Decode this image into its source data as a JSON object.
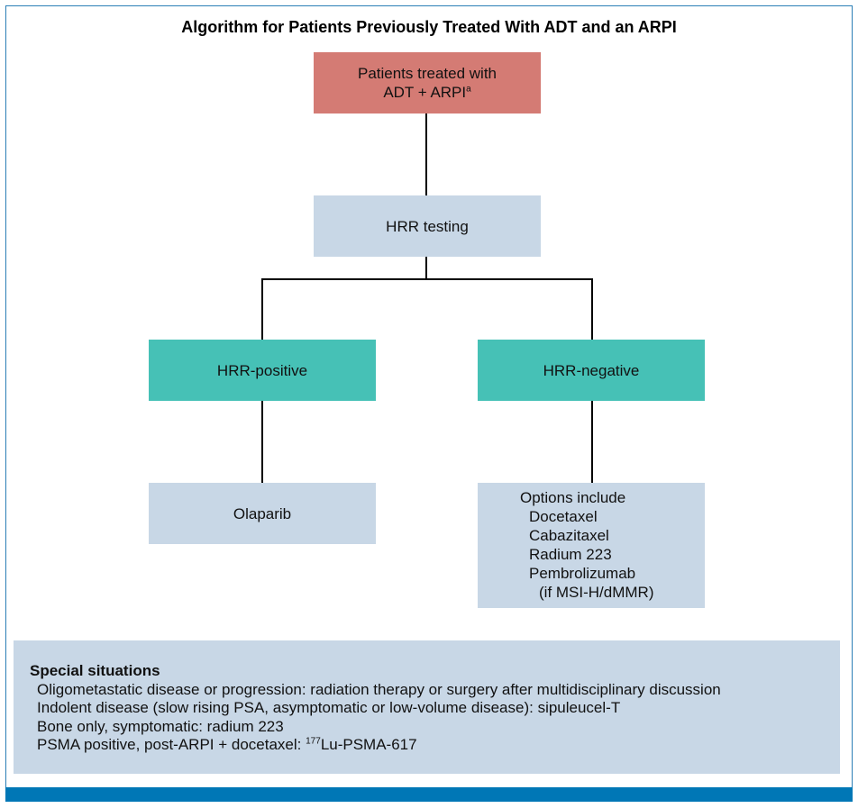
{
  "title": "Algorithm for Patients Previously Treated With ADT and an ARPI",
  "nodes": {
    "start": {
      "line1": "Patients treated with",
      "line2": "ADT + ARPI",
      "sup": "a"
    },
    "testing": "HRR testing",
    "positive": "HRR-positive",
    "negative": "HRR-negative",
    "olaparib": "Olaparib",
    "options": {
      "heading": "Options include",
      "items": [
        "Docetaxel",
        "Cabazitaxel",
        "Radium 223",
        "Pembrolizumab"
      ],
      "note": "(if MSI-H/dMMR)"
    }
  },
  "special": {
    "heading": "Special situations",
    "lines": [
      "Oligometastatic disease or progression: radiation therapy or surgery after multidisciplinary discussion",
      "Indolent disease (slow rising PSA, asymptomatic or low-volume disease): sipuleucel-T",
      "Bone only, symptomatic: radium 223"
    ],
    "last": {
      "prefix": "PSMA positive, post-ARPI  + docetaxel: ",
      "sup": "177",
      "suffix": "Lu-PSMA-617"
    }
  },
  "colors": {
    "start": "#d47b74",
    "neutral": "#c8d7e6",
    "branch": "#46c1b6",
    "accent": "#0077b6"
  }
}
